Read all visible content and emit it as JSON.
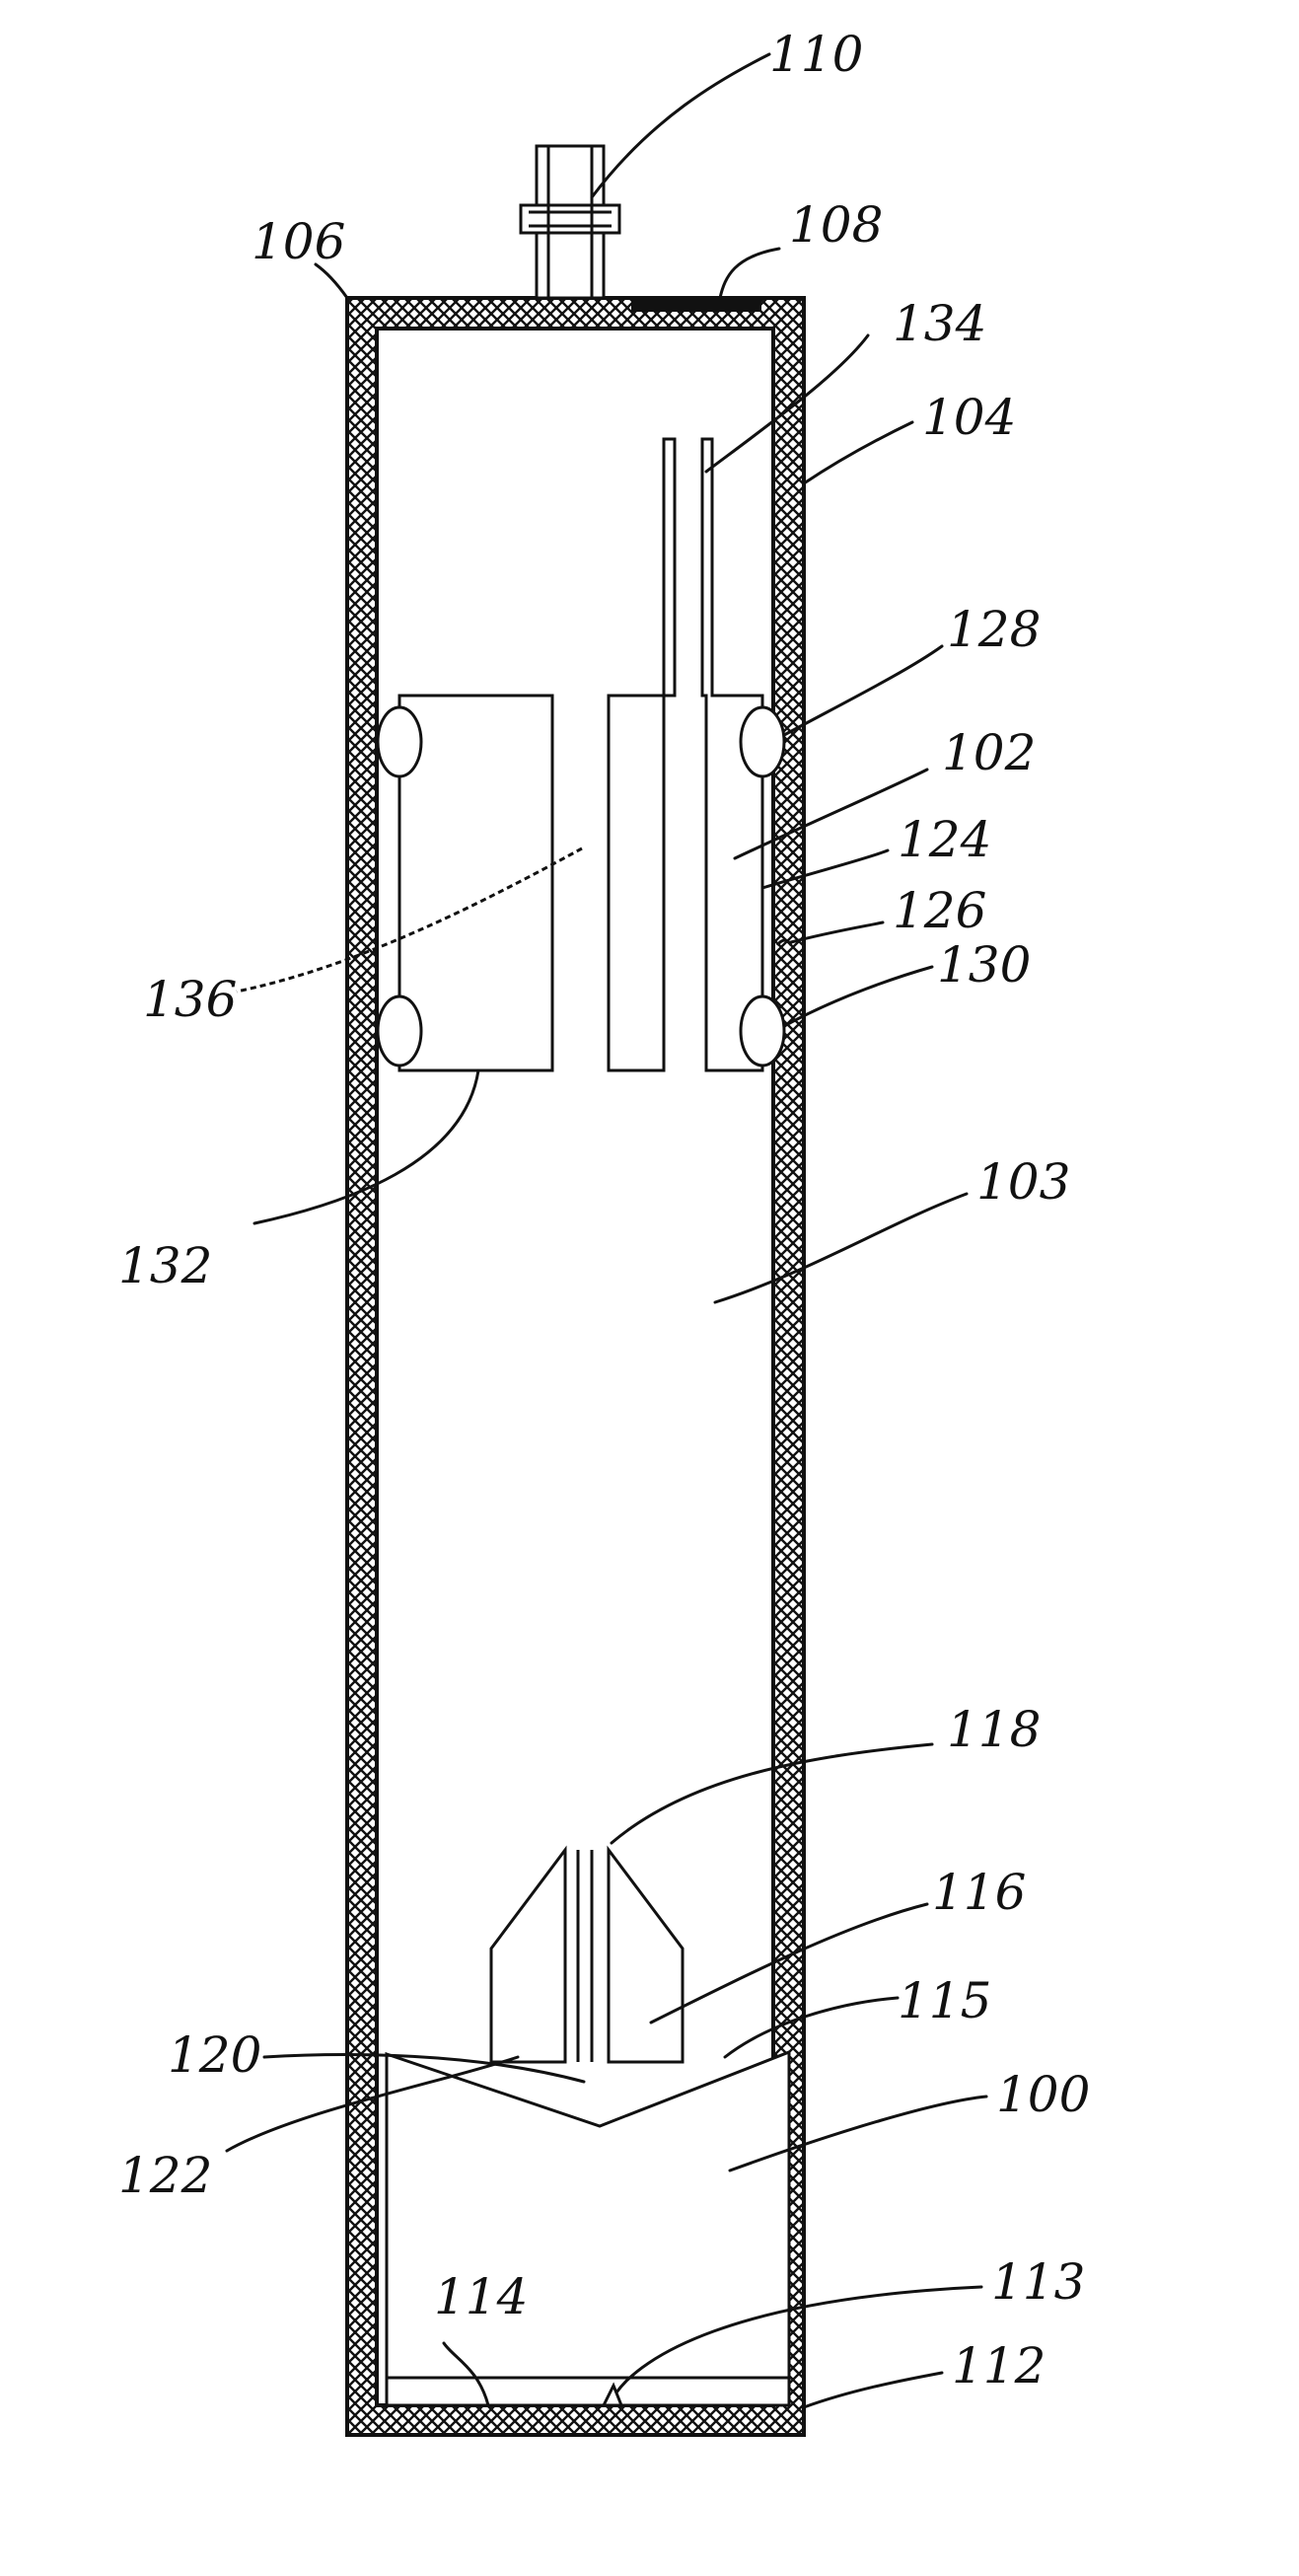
{
  "figure": {
    "labels": {
      "l110": "110",
      "l106": "106",
      "l108": "108",
      "l134": "134",
      "l104": "104",
      "l128": "128",
      "l102": "102",
      "l124": "124",
      "l126": "126",
      "l130": "130",
      "l136": "136",
      "l132": "132",
      "l103": "103",
      "l118": "118",
      "l116": "116",
      "l115": "115",
      "l120": "120",
      "l100": "100",
      "l122": "122",
      "l113": "113",
      "l114": "114",
      "l112": "112"
    }
  }
}
